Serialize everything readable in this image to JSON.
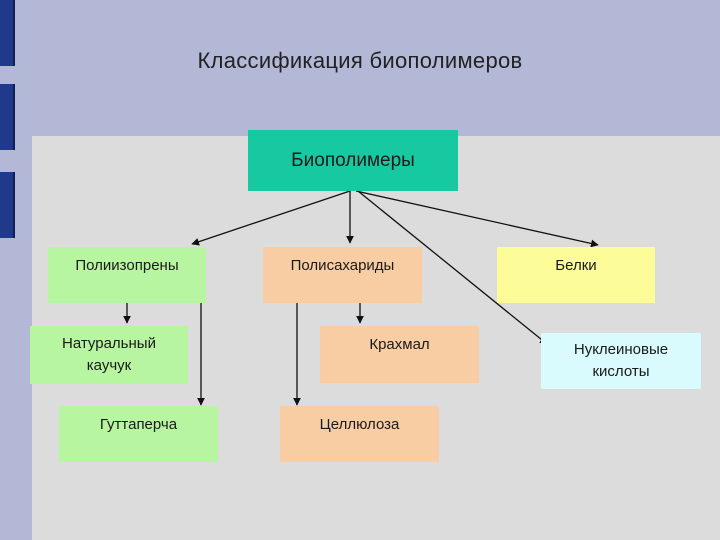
{
  "title": "Классификация биополимеров",
  "root": {
    "label": "Биополимеры",
    "color": "#16c9a0"
  },
  "categories": [
    {
      "id": "polyisoprenes",
      "label": "Полиизопрены",
      "color": "#b8f5a0"
    },
    {
      "id": "polysaccharides",
      "label": "Полисахариды",
      "color": "#f9cda3"
    },
    {
      "id": "proteins",
      "label": "Белки",
      "color": "#fcfc99"
    }
  ],
  "subcategories": [
    {
      "id": "natural-rubber",
      "label": "Натуральный каучук",
      "color": "#b8f5a0"
    },
    {
      "id": "gutta-percha",
      "label": "Гуттаперча",
      "color": "#b8f5a0"
    },
    {
      "id": "starch",
      "label": "Крахмал",
      "color": "#f9cda3"
    },
    {
      "id": "cellulose",
      "label": "Целлюлоза",
      "color": "#f9cda3"
    },
    {
      "id": "nucleic-acids",
      "label": "Нуклеиновые кислоты",
      "color": "#d9fbfd"
    }
  ],
  "theme": {
    "accent_bar": "#1f3a8a",
    "background": "#b3b8d6",
    "panel": "#dcdcdc"
  }
}
